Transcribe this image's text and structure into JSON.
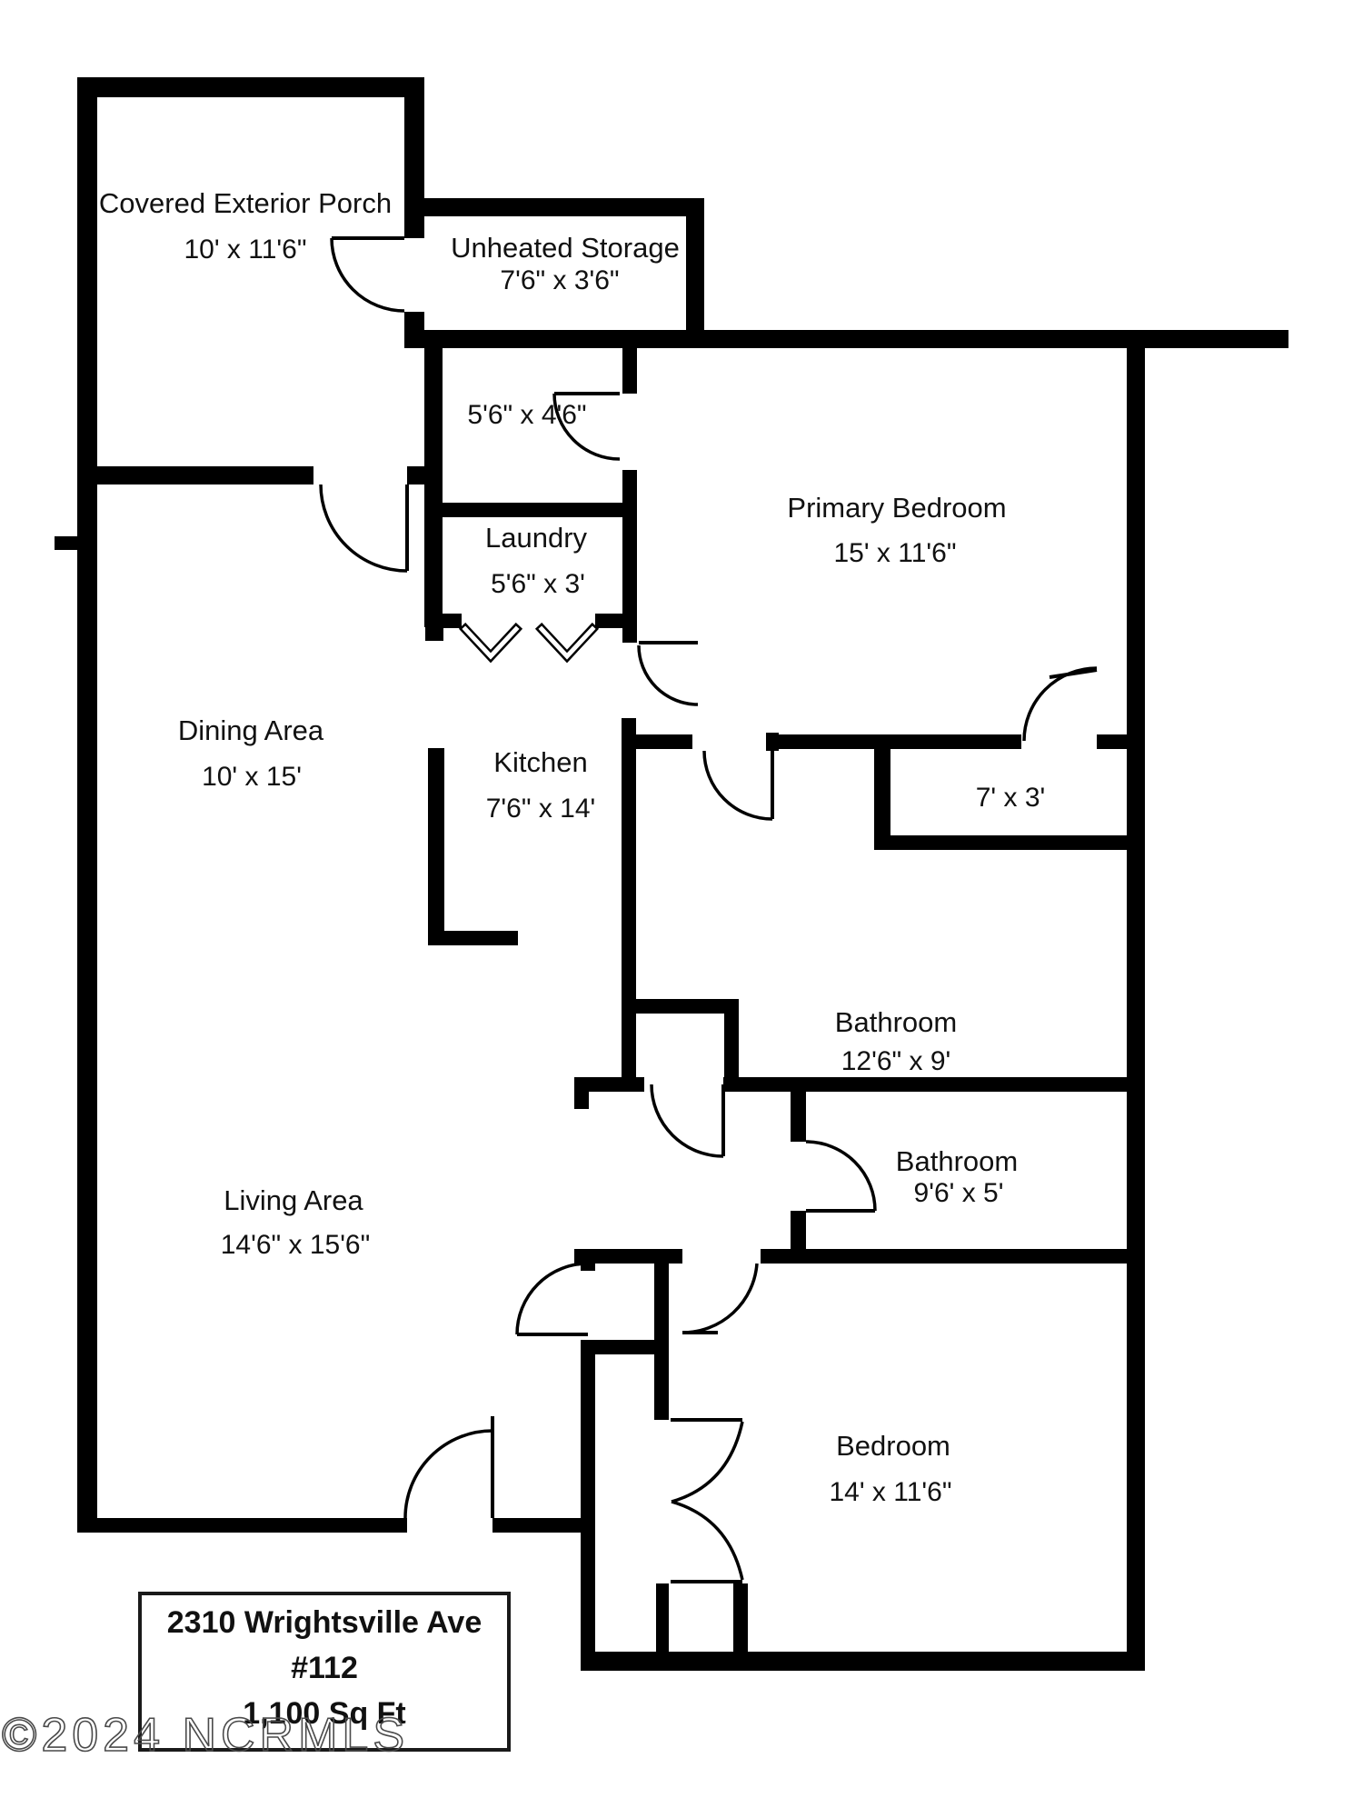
{
  "rooms": {
    "porch": {
      "name": "Covered Exterior Porch",
      "dims": "10' x 11'6\""
    },
    "storage": {
      "name": "Unheated Storage",
      "dims": "7'6\" x 3'6\""
    },
    "hall": {
      "dims": "5'6\" x 4'6\""
    },
    "laundry": {
      "name": "Laundry",
      "dims": "5'6\" x 3'"
    },
    "primary": {
      "name": "Primary Bedroom",
      "dims": "15' x 11'6\""
    },
    "dining": {
      "name": "Dining Area",
      "dims": "10' x 15'"
    },
    "kitchen": {
      "name": "Kitchen",
      "dims": "7'6\" x 14'"
    },
    "closet": {
      "dims": "7' x 3'"
    },
    "bathroom1": {
      "name": "Bathroom",
      "dims": "12'6\" x 9'"
    },
    "bathroom2": {
      "name": "Bathroom",
      "dims": "9'6' x 5'"
    },
    "living": {
      "name": "Living Area",
      "dims": "14'6\" x 15'6\""
    },
    "bedroom": {
      "name": "Bedroom",
      "dims": "14' x 11'6\""
    }
  },
  "address_box": {
    "line1": "2310 Wrightsville Ave",
    "line2": "#112",
    "line3": "1,100 Sq Ft"
  },
  "watermark": "©2024 NCRMLS",
  "colors": {
    "walls": "#000000",
    "background": "#ffffff",
    "text": "#111111",
    "watermark_outline": "#4a4a4a"
  }
}
